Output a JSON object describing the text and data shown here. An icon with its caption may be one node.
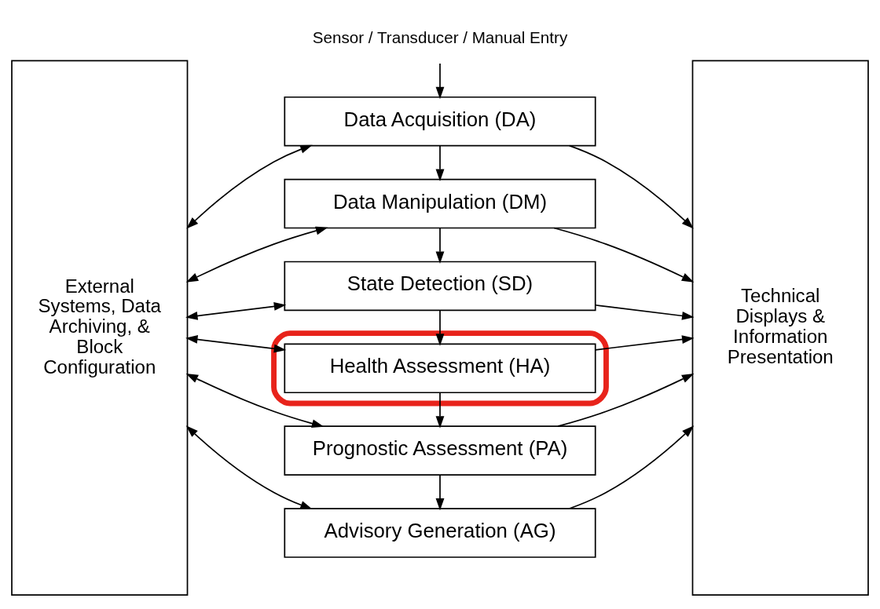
{
  "diagram": {
    "nodes": [
      {
        "text": [
          "Sensor / Transducer / Manual Entry"
        ]
      },
      {
        "text": [
          "External Systems, Data Archiving, & Block Configuration"
        ]
      },
      {
        "text": [
          "Data Acquisition (DA)"
        ]
      },
      {
        "text": [
          "Data Manipulation (DM)"
        ]
      },
      {
        "text": [
          "State Detection (SD)"
        ]
      },
      {
        "text": [],
        "shape": "box"
      },
      {
        "text": [
          "Health Assessment (HA)"
        ],
        "in": 5
      },
      {
        "text": [
          "Prognostic Assessment (PA)"
        ]
      },
      {
        "text": [
          "Advisory Generation (AG)"
        ]
      },
      {
        "text": [
          "Technical Displays & Information Presentation"
        ]
      }
    ],
    "edges": [
      {
        "from": 0,
        "to": 2,
        "arrow": "to"
      },
      {
        "from": 1,
        "to": 2,
        "arrow": "both"
      },
      {
        "from": 1,
        "to": 3,
        "arrow": "both"
      },
      {
        "from": 1,
        "to": 4,
        "arrow": "both"
      },
      {
        "from": 1,
        "to": 6,
        "arrow": "both"
      },
      {
        "from": 1,
        "to": 7,
        "arrow": "both"
      },
      {
        "from": 1,
        "to": 8,
        "arrow": "both"
      },
      {
        "from": 2,
        "to": 3,
        "arrow": "to"
      },
      {
        "from": 3,
        "to": 4,
        "arrow": "to"
      },
      {
        "from": 4,
        "to": 6,
        "arrow": "to"
      },
      {
        "from": 6,
        "to": 7,
        "arrow": "to"
      },
      {
        "from": 7,
        "to": 8,
        "arrow": "to"
      },
      {
        "from": 2,
        "to": 9,
        "arrow": "to"
      },
      {
        "from": 3,
        "to": 9,
        "arrow": "to"
      },
      {
        "from": 4,
        "to": 9,
        "arrow": "to"
      },
      {
        "from": 6,
        "to": 9,
        "arrow": "to"
      },
      {
        "from": 7,
        "to": 9,
        "arrow": "to"
      },
      {
        "from": 8,
        "to": 9,
        "arrow": "to"
      }
    ]
  }
}
